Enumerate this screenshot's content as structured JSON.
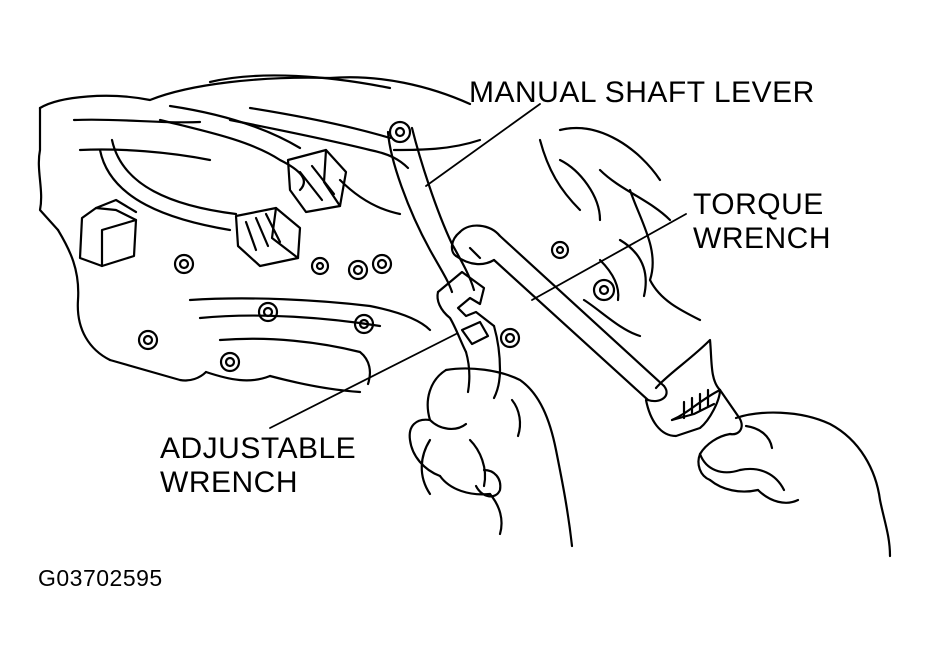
{
  "callouts": {
    "manual_shaft_lever": "MANUAL SHAFT LEVER",
    "torque_wrench": [
      "TORQUE",
      "WRENCH"
    ],
    "adjustable_wrench": [
      "ADJUSTABLE",
      "WRENCH"
    ]
  },
  "figure_id": "G03702595",
  "colors": {
    "line": "#000000",
    "background": "#ffffff"
  }
}
